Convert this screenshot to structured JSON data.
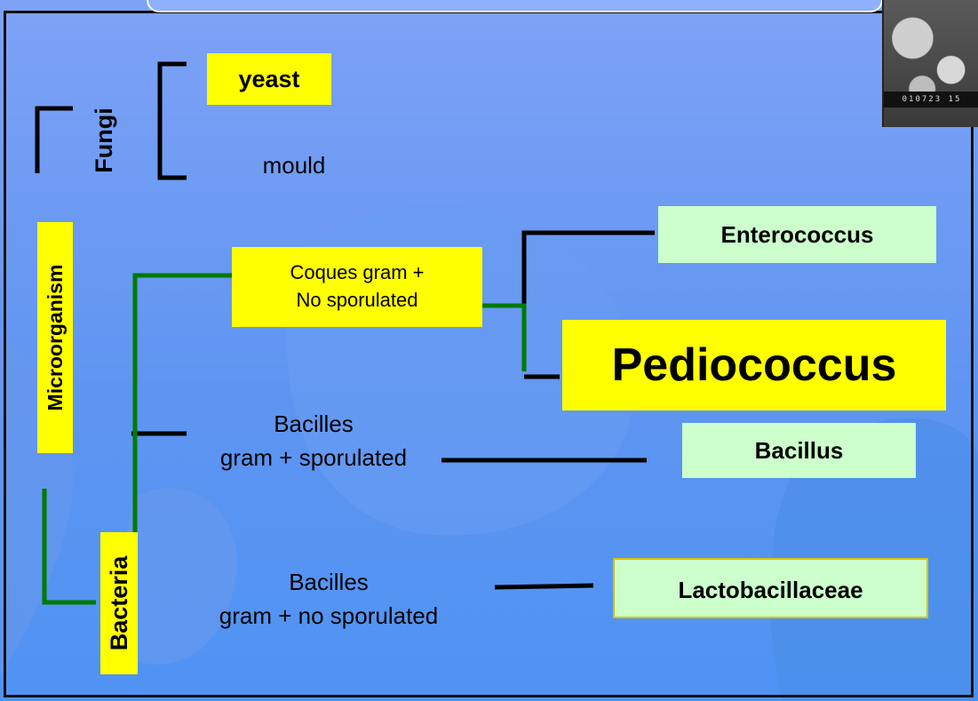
{
  "nodes": {
    "yeast": "yeast",
    "mould": "mould",
    "fungi": "Fungi",
    "microorganism": "Microorganism",
    "bacteria": "Bacteria",
    "coques": "Coques gram +\nNo sporulated",
    "bacilles_sporulated": "Bacilles\ngram + sporulated",
    "bacilles_no_sporulated": "Bacilles\ngram +   no sporulated",
    "enterococcus": "Enterococcus",
    "pediococcus": "Pediococcus",
    "bacillus": "Bacillus",
    "lactobacillaceae": "Lactobacillaceae"
  },
  "colors": {
    "background": "#5f95f1",
    "yellow_box": "#ffff00",
    "green_box": "#ccffcc",
    "green_line": "#007a00",
    "black_line": "#000000"
  },
  "photo": {
    "name": "microscope-photo",
    "caption": "010723 15"
  }
}
